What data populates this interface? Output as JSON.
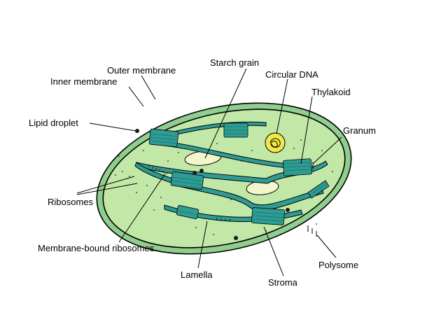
{
  "labels": {
    "outer_membrane": "Outer membrane",
    "inner_membrane": "Inner membrane",
    "starch_grain": "Starch grain",
    "circular_dna": "Circular DNA",
    "thylakoid": "Thylakoid",
    "lipid_droplet": "Lipid droplet",
    "granum": "Granum",
    "ribosomes": "Ribosomes",
    "membrane_bound_ribosomes": "Membrane-bound ribosomes",
    "lamella": "Lamella",
    "stroma": "Stroma",
    "polysome": "Polysome"
  },
  "colors": {
    "outer": "#8fce8f",
    "stroma": "#c2e8a8",
    "thylakoid": "#2e9c93",
    "thylakoid_dark": "#17756e",
    "starch": "#f3f6cc",
    "dna_bg": "#f2e84a"
  }
}
